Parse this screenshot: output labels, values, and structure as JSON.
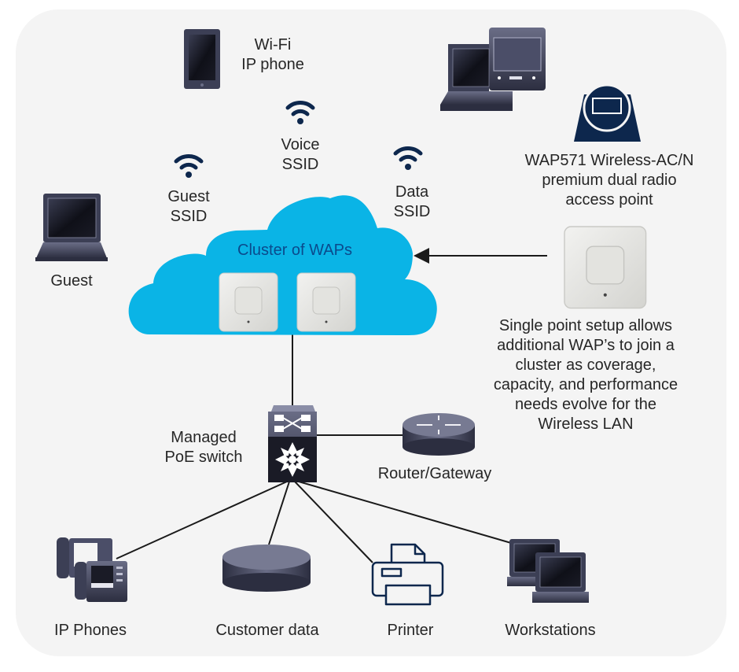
{
  "colors": {
    "background_panel": "#f4f4f4",
    "cloud": "#0ab4e6",
    "cloud_text": "#0b4a8c",
    "wifi_icon": "#0d274d",
    "device_dark": "#3c3f55",
    "line": "#1a1a1a",
    "text": "#262626"
  },
  "labels": {
    "wifi_ip_phone": "Wi-Fi\nIP phone",
    "voice_ssid": "Voice\nSSID",
    "guest_ssid": "Guest\nSSID",
    "data_ssid": "Data\nSSID",
    "guest": "Guest",
    "wap571": "WAP571 Wireless-AC/N\npremium dual radio\naccess point",
    "cluster": "Cluster of WAPs",
    "single_point": "Single point setup allows\nadditional WAP’s to join a\ncluster as coverage,\ncapacity, and performance\nneeds evolve for the\nWireless LAN",
    "managed_switch": "Managed\nPoE switch",
    "router": "Router/Gateway",
    "ip_phones": "IP Phones",
    "customer_data": "Customer data",
    "printer": "Printer",
    "workstations": "Workstations"
  },
  "icons": {
    "wifi": "wifi-icon",
    "phone": "mobile-phone-icon",
    "laptop": "laptop-icon",
    "desktop_laptop": "desktop-and-laptop-icon",
    "access_point_badge": "access-point-icon",
    "wap_device": "wireless-access-point-device",
    "switch": "switch-icon",
    "router": "router-icon",
    "ip_phones": "ip-phone-icon",
    "database": "database-icon",
    "printer": "printer-icon",
    "workstations": "workstation-icon"
  }
}
